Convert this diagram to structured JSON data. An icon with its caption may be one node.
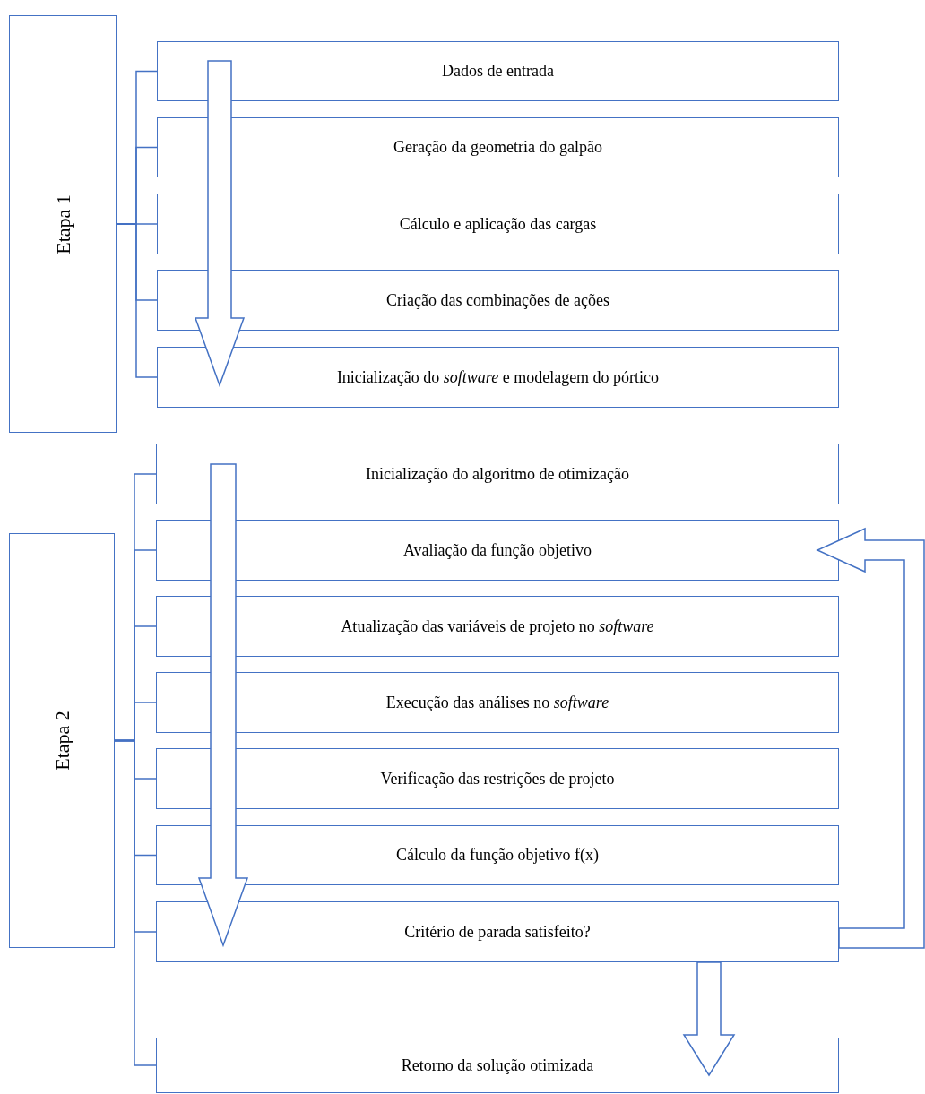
{
  "diagram": {
    "nodes": [
      {
        "text": [
          "Etapa 1"
        ]
      },
      {
        "text": [
          "Dados de entrada"
        ]
      },
      {
        "text": [
          "Geração da geometria do galpão"
        ]
      },
      {
        "text": [
          "Cálculo e aplicação das cargas"
        ]
      },
      {
        "text": [
          "Criação das combinações de ações"
        ]
      },
      {
        "text": [
          "Inicialização do *software* e modelagem do pórtico"
        ]
      },
      {
        "text": [
          "Etapa 2"
        ]
      },
      {
        "text": [
          "Inicialização do algoritmo de otimização"
        ]
      },
      {
        "text": [
          "Avaliação da função objetivo"
        ]
      },
      {
        "text": [
          "Atualização das variáveis de projeto no *software*"
        ]
      },
      {
        "text": [
          "Execução das análises no *software*"
        ]
      },
      {
        "text": [
          "Verificação das restrições de projeto"
        ]
      },
      {
        "text": [
          "Cálculo da função objetivo f(x)"
        ]
      },
      {
        "text": [
          "Critério de parada satisfeito?"
        ]
      },
      {
        "text": [
          "Retorno da solução otimizada"
        ]
      }
    ],
    "edges": [
      {
        "from": 0,
        "to": 1,
        "arrow": "none"
      },
      {
        "from": 0,
        "to": 2,
        "arrow": "none"
      },
      {
        "from": 0,
        "to": 3,
        "arrow": "none"
      },
      {
        "from": 0,
        "to": 4,
        "arrow": "none"
      },
      {
        "from": 0,
        "to": 5,
        "arrow": "none"
      },
      {
        "from": 1,
        "to": 5,
        "arrow": "to",
        "style": "thick"
      },
      {
        "from": 6,
        "to": 7,
        "arrow": "none"
      },
      {
        "from": 6,
        "to": 8,
        "arrow": "none"
      },
      {
        "from": 6,
        "to": 9,
        "arrow": "none"
      },
      {
        "from": 6,
        "to": 10,
        "arrow": "none"
      },
      {
        "from": 6,
        "to": 11,
        "arrow": "none"
      },
      {
        "from": 6,
        "to": 12,
        "arrow": "none"
      },
      {
        "from": 6,
        "to": 13,
        "arrow": "none"
      },
      {
        "from": 6,
        "to": 14,
        "arrow": "none"
      },
      {
        "from": 7,
        "to": 13,
        "arrow": "to",
        "style": "thick"
      },
      {
        "from": 13,
        "to": 8,
        "arrow": "to",
        "style": "thick"
      },
      {
        "from": 13,
        "to": 14,
        "arrow": "to",
        "style": "thick"
      }
    ]
  }
}
